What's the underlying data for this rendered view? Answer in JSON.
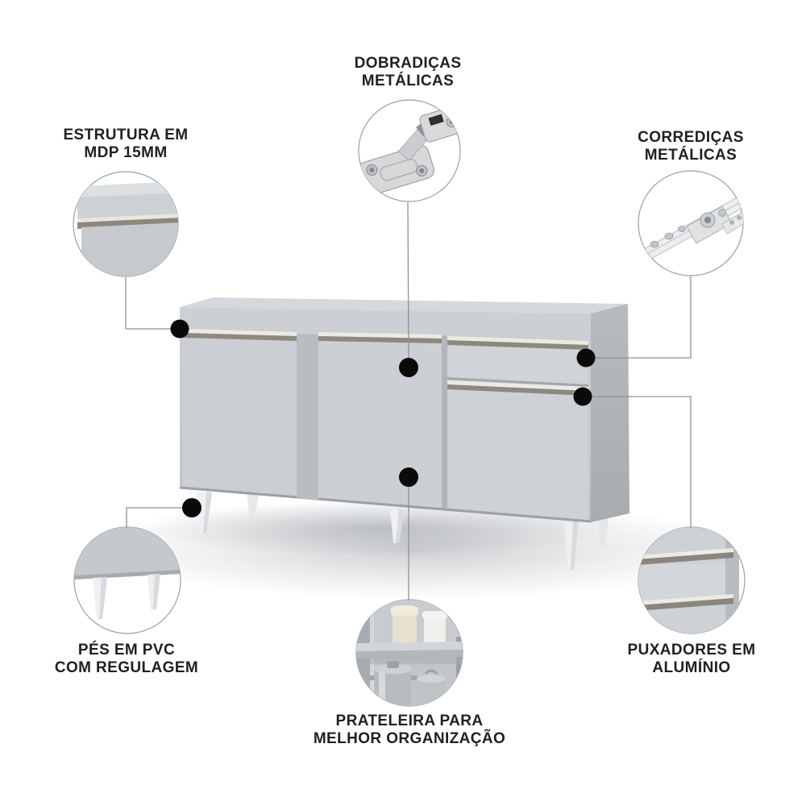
{
  "callouts": {
    "hinges": {
      "lines": [
        "DOBRADIÇAS",
        "METÁLICAS"
      ],
      "icon": "hinge-icon"
    },
    "structure": {
      "lines": [
        "ESTRUTURA EM",
        "MDP 15MM"
      ],
      "icon": "panel-edge-icon"
    },
    "slides": {
      "lines": [
        "CORREDIÇAS",
        "METÁLICAS"
      ],
      "icon": "drawer-slide-icon"
    },
    "feet": {
      "lines": [
        "PÉS EM PVC",
        "COM REGULAGEM"
      ],
      "icon": "adjustable-feet-icon"
    },
    "shelf": {
      "lines": [
        "PRATELEIRA PARA",
        "MELHOR ORGANIZAÇÃO"
      ],
      "icon": "shelf-icon"
    },
    "handles": {
      "lines": [
        "PUXADORES EM",
        "ALUMÍNIO"
      ],
      "icon": "aluminum-handle-icon"
    }
  },
  "colors": {
    "text": "#202124",
    "dot": "#0a0a0a",
    "connector_line": "#8f9193",
    "circle_border": "#9aa0a4",
    "cabinet_body": "#c7cacf",
    "cabinet_side": "#b0b3b8",
    "cabinet_top": "#d5d8dc",
    "handle_highlight": "#edebe5",
    "handle_shadow": "#8b867d",
    "leg": "#f0f1f2"
  }
}
